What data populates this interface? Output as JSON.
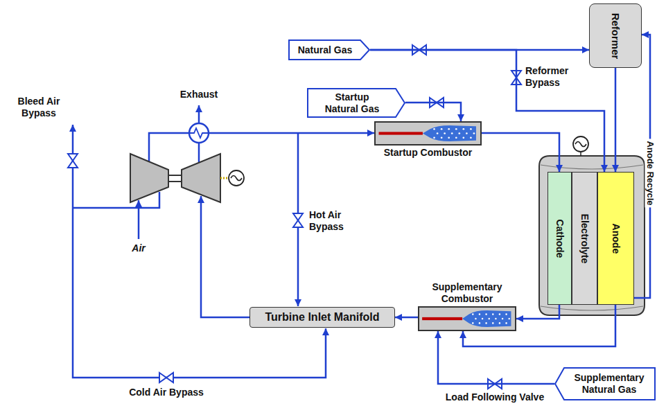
{
  "diagram": {
    "nodes": [
      {
        "text": [
          "Natural Gas"
        ]
      },
      {
        "text": [
          "Reformer"
        ]
      },
      {
        "text": [
          "Startup Natural Gas"
        ]
      },
      {
        "text": [
          "Startup Combustor"
        ]
      },
      {
        "text": [
          "Cathode"
        ]
      },
      {
        "text": [
          "Electrolyte"
        ]
      },
      {
        "text": [
          "Anode"
        ]
      },
      {
        "text": [
          "Supplementary Combustor"
        ]
      },
      {
        "text": [
          "Turbine Inlet Manifold"
        ]
      },
      {
        "text": [
          "Supplementary Natural Gas"
        ]
      }
    ],
    "edges": [
      {
        "from": 0,
        "to": 1,
        "arrow": "to"
      },
      {
        "from": 0,
        "to": 6,
        "arrow": "to"
      },
      {
        "from": 1,
        "to": 6,
        "arrow": "to"
      },
      {
        "from": 6,
        "to": 1,
        "label": "Anode Recycle",
        "arrow": "to"
      },
      {
        "from": 2,
        "to": 3,
        "arrow": "to"
      },
      {
        "from": 3,
        "to": 4,
        "arrow": "to"
      },
      {
        "from": 4,
        "to": 7,
        "arrow": "to"
      },
      {
        "from": 6,
        "to": 7,
        "arrow": "to"
      },
      {
        "from": 9,
        "to": 7,
        "arrow": "to"
      },
      {
        "from": 7,
        "to": 8,
        "arrow": "to"
      }
    ],
    "labels": [
      "Exhaust",
      "Bleed Air Bypass",
      "Air",
      "Hot Air Bypass",
      "Cold Air Bypass",
      "Reformer Bypass",
      "Load Following Valve"
    ]
  }
}
